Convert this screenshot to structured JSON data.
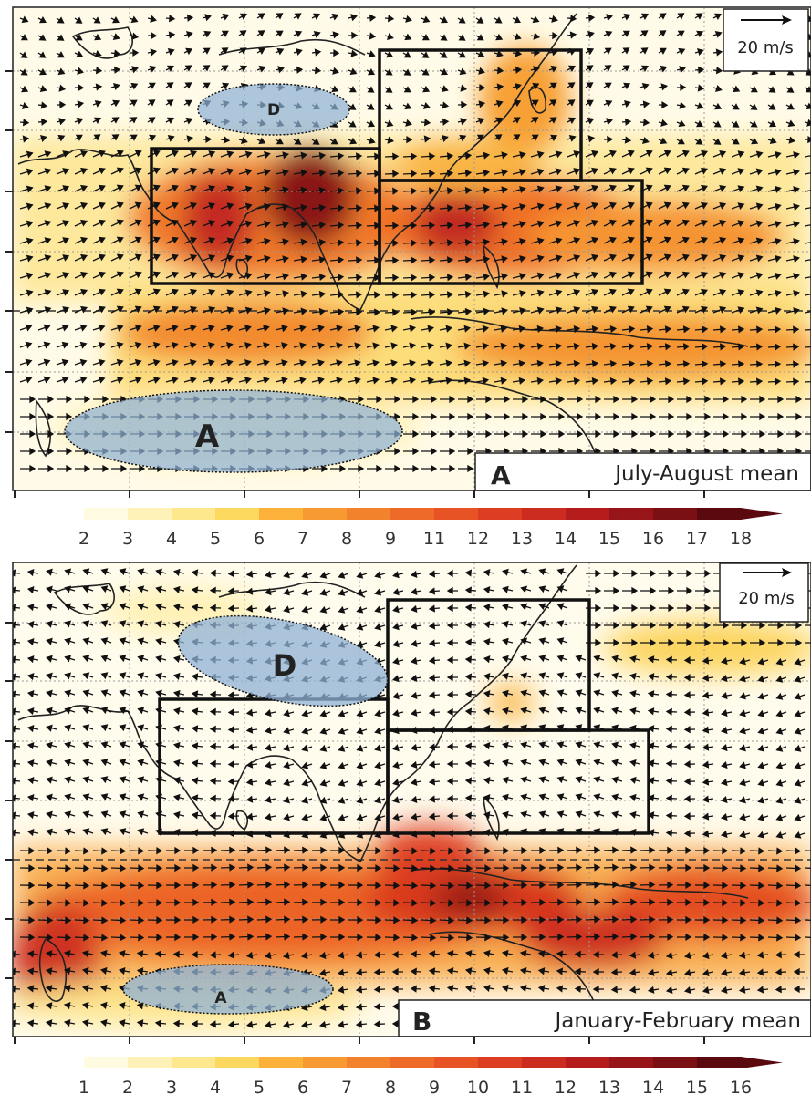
{
  "panels": [
    {
      "id": "A",
      "letter": "A",
      "title": "July-August mean",
      "scale_label": "20 m/s",
      "ellipse_a_label": "A",
      "ellipse_d_label": "D",
      "colorbar_ticks": [
        "2",
        "3",
        "4",
        "5",
        "6",
        "7",
        "8",
        "9",
        "11",
        "12",
        "13",
        "14",
        "15",
        "16",
        "17",
        "18"
      ]
    },
    {
      "id": "B",
      "letter": "B",
      "title": "January-February mean",
      "scale_label": "20 m/s",
      "ellipse_a_label": "A",
      "ellipse_d_label": "D",
      "colorbar_ticks": [
        "1",
        "2",
        "3",
        "4",
        "5",
        "6",
        "7",
        "8",
        "9",
        "10",
        "11",
        "12",
        "13",
        "14",
        "15",
        "16"
      ]
    }
  ],
  "colors": {
    "ramp": [
      "#fffbe0",
      "#fff2b8",
      "#fde88e",
      "#fcd95e",
      "#fbb13a",
      "#f79a32",
      "#f3822c",
      "#ee6a28",
      "#e85325",
      "#dd3d22",
      "#cc2b20",
      "#b51d1d",
      "#971519",
      "#7a0f14",
      "#5a0a0e"
    ],
    "ellipse_fill": "#8fb2d6",
    "box_stroke": "#111111",
    "arrow": "#111111"
  }
}
